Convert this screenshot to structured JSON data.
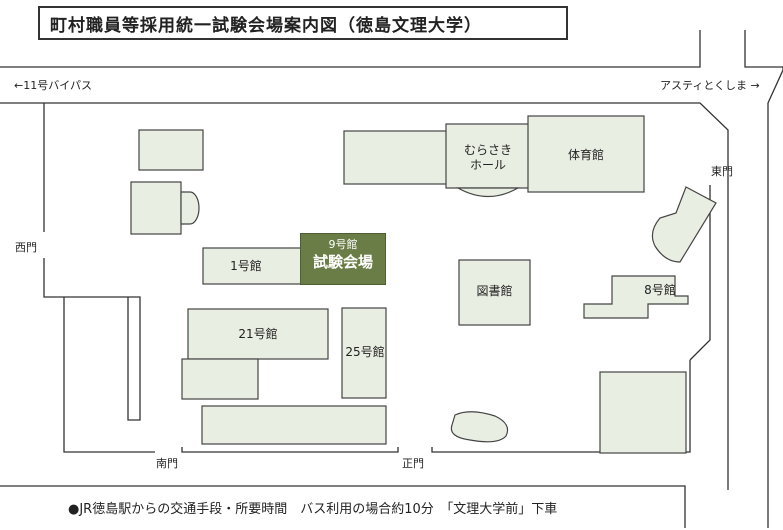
{
  "title": "町村職員等採用統一試験会場案内図（徳島文理大学）",
  "directions": {
    "left": "11号バイパス",
    "right": "アスティとくしま",
    "left_arrow": "←",
    "right_arrow": "→"
  },
  "gates": {
    "west": "西門",
    "east": "東門",
    "south": "南門",
    "main": "正門"
  },
  "buildings": {
    "murasaki_line1": "むらさき",
    "murasaki_line2": "ホール",
    "gym": "体育館",
    "bldg1": "1号館",
    "library": "図書館",
    "bldg8": "8号館",
    "bldg21": "21号館",
    "bldg25": "25号館"
  },
  "exam_hall": {
    "building": "9号館",
    "label": "試験会場"
  },
  "footer": "●JR徳島駅からの交通手段・所要時間　バス利用の場合約10分　「文理大学前」下車",
  "colors": {
    "building_fill": "#e9eee3",
    "building_stroke": "#444444",
    "exam_fill": "#6b7d46",
    "line": "#333333"
  }
}
